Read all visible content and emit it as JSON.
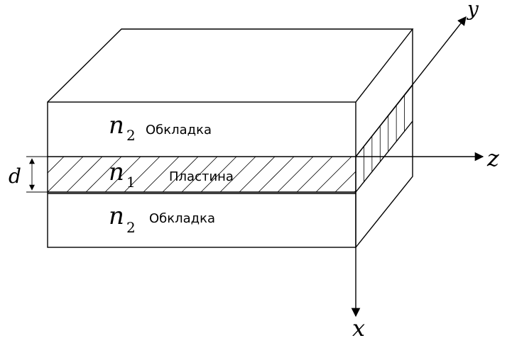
{
  "diagram": {
    "layers": [
      {
        "id": "top-cladding",
        "index_symbol": "n",
        "index_subscript": "2",
        "label": "Обкладка"
      },
      {
        "id": "plate",
        "index_symbol": "n",
        "index_subscript": "1",
        "label": "Пластина"
      },
      {
        "id": "bottom-cladding",
        "index_symbol": "n",
        "index_subscript": "2",
        "label": "Обкладка"
      }
    ],
    "thickness_label": "d",
    "axes": {
      "x": "x",
      "y": "y",
      "z": "z"
    },
    "colors": {
      "stroke": "#000000",
      "background": "#ffffff"
    }
  }
}
